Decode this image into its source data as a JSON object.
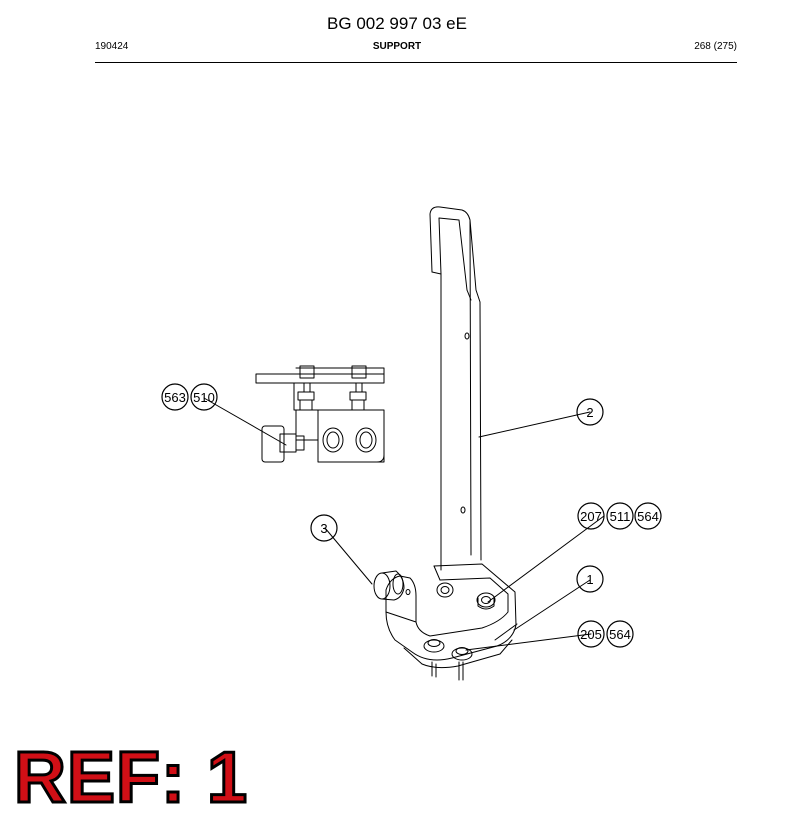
{
  "header": {
    "document_number": "BG 002 997 03 eE",
    "date_code": "190424",
    "section_title": "SUPPORT",
    "page": "268 (275)"
  },
  "callouts": [
    {
      "id": "callout-563",
      "label": "563"
    },
    {
      "id": "callout-510",
      "label": "510"
    },
    {
      "id": "callout-2",
      "label": "2"
    },
    {
      "id": "callout-3",
      "label": "3"
    },
    {
      "id": "callout-207",
      "label": "207"
    },
    {
      "id": "callout-511",
      "label": "511"
    },
    {
      "id": "callout-564a",
      "label": "564"
    },
    {
      "id": "callout-1",
      "label": "1"
    },
    {
      "id": "callout-205",
      "label": "205"
    },
    {
      "id": "callout-564b",
      "label": "564"
    }
  ],
  "ref_label": "REF: 1",
  "colors": {
    "ref_fill": "#d10f16",
    "line": "#000000"
  }
}
